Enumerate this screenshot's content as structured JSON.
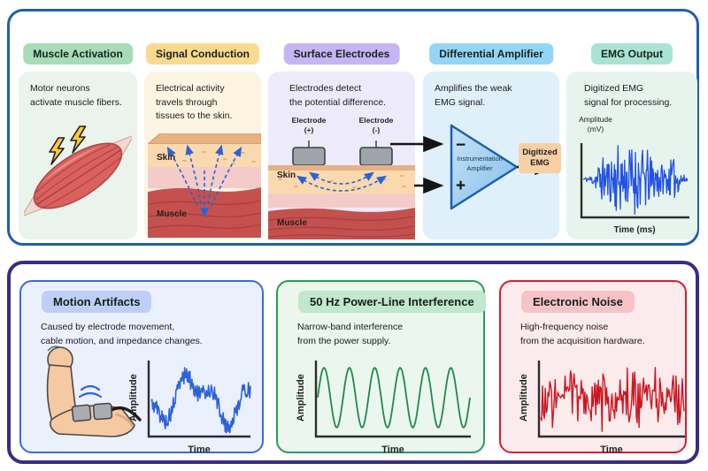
{
  "colors": {
    "top_panel_border": "#1d5fb0",
    "bottom_panel_border": "#3a2b85",
    "signal_arrow_blue": "#2b62d9",
    "amplifier_stroke": "#1c5fae",
    "connector_black": "#141414"
  },
  "top_panel": {
    "steps": [
      {
        "title": "Muscle Activation",
        "description": "Motor neurons\nactivate muscle fibers.",
        "badge_bg": "#a7dcb9",
        "card_bg": "#eaf3ec"
      },
      {
        "title": "Signal Conduction",
        "description": "Electrical activity\ntravels through\ntissues to the skin.",
        "badge_bg": "#fbd98f",
        "card_bg": "#fdf5e2",
        "labels": {
          "skin": "Skin",
          "muscle": "Muscle"
        }
      },
      {
        "title": "Surface Electrodes",
        "description": "Electrodes detect\nthe potential difference.",
        "badge_bg": "#c6b5f4",
        "card_bg": "#edeafb",
        "labels": {
          "skin": "Skin",
          "muscle": "Muscle"
        },
        "electrodes": [
          {
            "label": "Electrode\n(+)"
          },
          {
            "label": "Electrode\n(-)"
          }
        ]
      },
      {
        "title": "Differential Amplifier",
        "description": "Amplifies the weak\nEMG signal.",
        "badge_bg": "#93d5f6",
        "card_bg": "#dff0fb",
        "amp": {
          "label": "Instrumentation\nAmplifier",
          "minus": "−",
          "plus": "+",
          "output": "Digitized\nEMG",
          "output_bg": "#f9cfa4"
        }
      },
      {
        "title": "EMG Output",
        "description": "Digitized EMG\nsignal for processing.",
        "badge_bg": "#a9e4d3",
        "card_bg": "#e7f4ee",
        "chart": {
          "type": "emg",
          "seed": 11,
          "color": "#2152e3",
          "ylabel": "Amplitude\n(mV)",
          "xlabel": "Time (ms)"
        }
      }
    ]
  },
  "bottom_panel": {
    "cards": [
      {
        "title": "Motion Artifacts",
        "description": "Caused by electrode movement,\ncable motion, and impedance changes.",
        "border": "#3f6bd0",
        "card_bg": "#ebf0fd",
        "badge_bg": "#bdcff7",
        "chart": {
          "type": "wander",
          "seed": 5,
          "color": "#2e63d8",
          "ylabel": "Amplitude",
          "xlabel": "Time"
        }
      },
      {
        "title": "50 Hz Power-Line Interference",
        "description": "Narrow-band interference\nfrom the power supply.",
        "border": "#2d9b56",
        "card_bg": "#eaf6ee",
        "badge_bg": "#c1e7cd",
        "chart": {
          "type": "sine",
          "cycles": 6,
          "seed": 3,
          "color": "#1e8a4c",
          "ylabel": "Amplitude",
          "xlabel": "Time"
        }
      },
      {
        "title": "Electronic Noise",
        "description": "High-frequency noise\nfrom the acquisition hardware.",
        "border": "#d31f31",
        "card_bg": "#fcebec",
        "badge_bg": "#f7c3c9",
        "chart": {
          "type": "noise",
          "seed": 9,
          "color": "#cc1722",
          "ylabel": "Amplitude",
          "xlabel": "Time"
        }
      }
    ]
  }
}
